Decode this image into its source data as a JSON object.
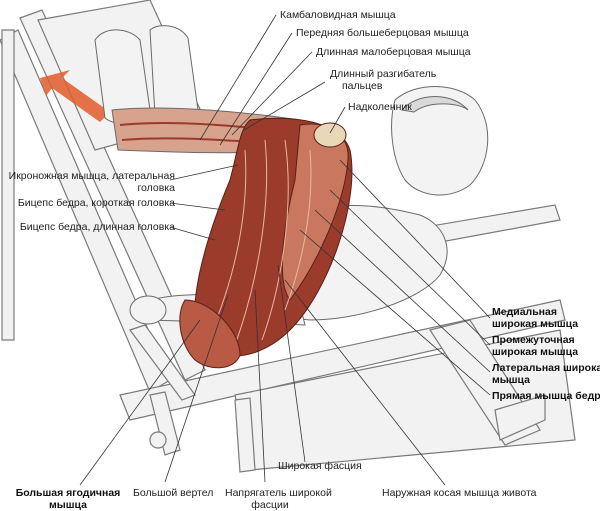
{
  "colors": {
    "machine": "#f2f2f2",
    "machine_stroke": "#7a7a7a",
    "skin": "#f3f3f3",
    "muscle": "#9b3b2c",
    "muscle_light": "#c9785f",
    "tendon": "#e8d8b8",
    "leader": "#333333",
    "arrow": "#e35a2c"
  },
  "labels": {
    "gastrocnemius": "Камбаловидная мышца",
    "tibialis_anterior": "Передняя большеберцовая мышца",
    "peroneus_longus": "Длинная малоберцовая мышца",
    "extensor_digitorum_1": "Длинный разгибатель",
    "extensor_digitorum_2": "пальцев",
    "patella": "Надколенник",
    "calf_lateral_1": "Икроножная мышца, латеральная",
    "calf_lateral_2": "головка",
    "biceps_short": "Бицепс бедра, короткая головка",
    "biceps_long": "Бицепс бедра, длинная головка",
    "vastus_medialis_1": "Медиальная",
    "vastus_medialis_2": "широкая мышца",
    "vastus_intermedius_1": "Промежуточная",
    "vastus_intermedius_2": "широкая мышца",
    "vastus_lateralis_1": "Латеральная широкая",
    "vastus_lateralis_2": "мышца",
    "rectus_femoris": "Прямая мышца бедра",
    "fascia_lata": "Широкая фасция",
    "greater_trochanter": "Большой вертел",
    "tensor_1": "Напрягатель широкой",
    "tensor_2": "фасции",
    "external_oblique": "Наружная косая мышца живота",
    "gluteus_1": "Большая ягодичная",
    "gluteus_2": "мышца"
  }
}
